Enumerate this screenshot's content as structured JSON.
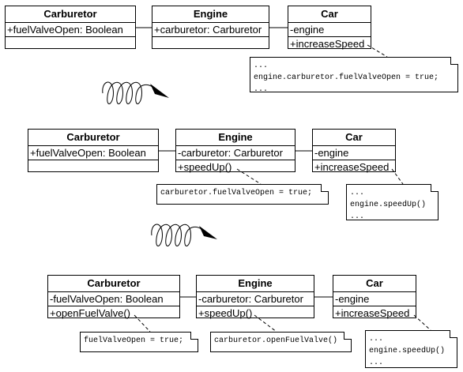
{
  "step1": {
    "carburetor": {
      "title": "Carburetor",
      "attr": "+fuelValveOpen: Boolean"
    },
    "engine": {
      "title": "Engine",
      "attr": "+carburetor: Carburetor"
    },
    "car": {
      "title": "Car",
      "attr": "-engine",
      "method": "+increaseSpeed"
    },
    "note": [
      "...",
      "engine.carburetor.fuelValveOpen = true;",
      "..."
    ]
  },
  "step2": {
    "carburetor": {
      "title": "Carburetor",
      "attr": "+fuelValveOpen: Boolean"
    },
    "engine": {
      "title": "Engine",
      "attr": "-carburetor: Carburetor",
      "method": "+speedUp()"
    },
    "car": {
      "title": "Car",
      "attr": "-engine",
      "method": "+increaseSpeed"
    },
    "engine_note": "carburetor.fuelValveOpen = true;",
    "car_note": [
      "...",
      "engine.speedUp()",
      "..."
    ]
  },
  "step3": {
    "carburetor": {
      "title": "Carburetor",
      "attr": "-fuelValveOpen: Boolean",
      "method": "+openFuelValve()"
    },
    "engine": {
      "title": "Engine",
      "attr": "-carburetor: Carburetor",
      "method": "+speedUp()"
    },
    "car": {
      "title": "Car",
      "attr": "-engine",
      "method": "+increaseSpeed"
    },
    "carburetor_note": "fuelValveOpen = true;",
    "engine_note": "carburetor.openFuelValve()",
    "car_note": [
      "...",
      "engine.speedUp()",
      "..."
    ]
  },
  "colors": {
    "line": "#000000",
    "background": "#ffffff"
  },
  "icons": [
    "spiral-arrow-icon",
    "spiral-arrow-icon"
  ]
}
